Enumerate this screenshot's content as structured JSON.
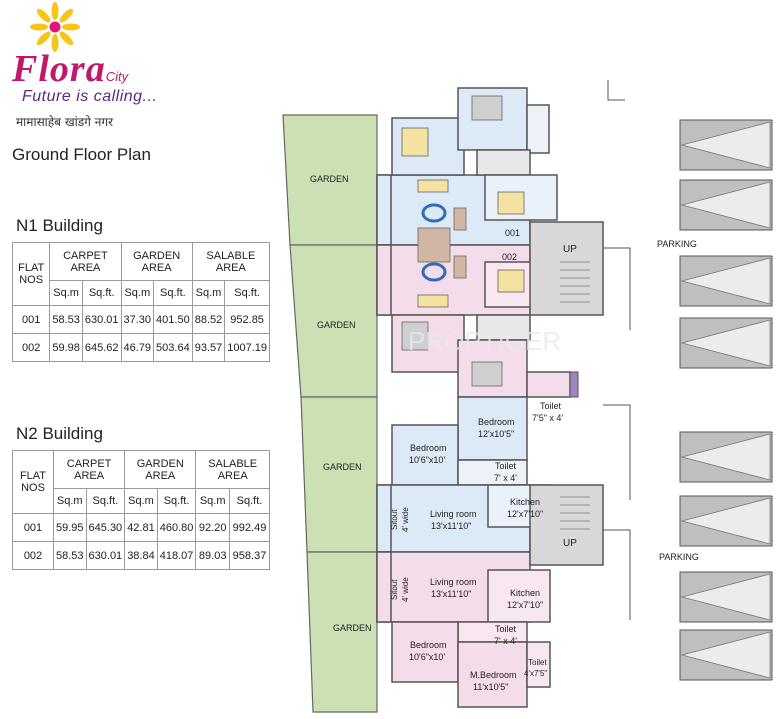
{
  "brand": {
    "name": "Flora",
    "suffix": "City",
    "tagline": "Future is calling...",
    "location_marathi": "मामासाहेब खांडगे नगर",
    "colors": {
      "brand": "#c2186b",
      "tagline": "#5a2a82",
      "flower_petals": "#f5c518"
    }
  },
  "plan_title": "Ground Floor Plan",
  "buildings": [
    {
      "title": "N1 Building",
      "headers": {
        "flat": [
          "FLAT",
          "NOS"
        ],
        "carpet": [
          "CARPET",
          "AREA"
        ],
        "garden": [
          "GARDEN",
          "AREA"
        ],
        "salable": "SALABLE AREA"
      },
      "units": [
        "Sq.m",
        "Sq.ft.",
        "Sq.m",
        "Sq.ft.",
        "Sq.m",
        "Sq.ft."
      ],
      "rows": [
        [
          "001",
          "58.53",
          "630.01",
          "37.30",
          "401.50",
          "88.52",
          "952.85"
        ],
        [
          "002",
          "59.98",
          "645.62",
          "46.79",
          "503.64",
          "93.57",
          "1007.19"
        ]
      ]
    },
    {
      "title": "N2 Building",
      "headers": {
        "flat": [
          "FLAT",
          "NOS"
        ],
        "carpet": [
          "CARPET",
          "AREA"
        ],
        "garden": [
          "GARDEN",
          "AREA"
        ],
        "salable": "SALABLE AREA"
      },
      "units": [
        "Sq.m",
        "Sq.ft.",
        "Sq.m",
        "Sq.ft.",
        "Sq.m",
        "Sq.ft."
      ],
      "rows": [
        [
          "001",
          "59.95",
          "645.30",
          "42.81",
          "460.80",
          "92.20",
          "992.49"
        ],
        [
          "002",
          "58.53",
          "630.01",
          "38.84",
          "418.07",
          "89.03",
          "958.37"
        ]
      ]
    }
  ],
  "plan": {
    "garden": "GARDEN",
    "parking": "PARKING",
    "up": "UP",
    "flat_001": "001",
    "flat_002": "002",
    "watermark": "PROPTIGER",
    "rooms": {
      "bedroom": "Bedroom",
      "bedroom_top_size": "12'x10'5\"",
      "bedroom_small_size": "10'6\"x10'",
      "toilet": "Toilet",
      "toilet_top_size": "7'5\" x 4'",
      "toilet_mid_size": "7' x 4'",
      "living_room": "Living room",
      "living_size": "13'x11'10\"",
      "kitchen": "Kitchen",
      "kitchen_size": "12'x7'10\"",
      "sitout": "Sitout",
      "sitout_size": "4' wide",
      "m_bedroom": "M.Bedroom",
      "m_bedroom_size": "11'x10'5\"",
      "toilet_side_size": "4'x7'5\""
    },
    "colors": {
      "garden": "#cde0b4",
      "blue_flat": "#dce9f6",
      "pink_flat": "#f4dcea",
      "stair": "#d8d8d8",
      "car": "#bfbfbf",
      "toilet_accent": "#9d84c2"
    }
  }
}
